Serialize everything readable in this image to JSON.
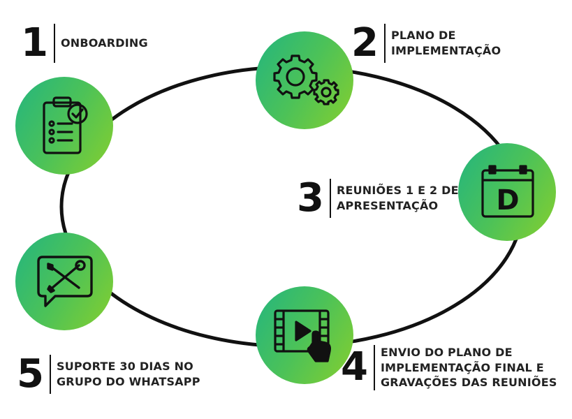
{
  "colors": {
    "gradient_start": "#23b57f",
    "gradient_end": "#86cf2e",
    "text": "#222222",
    "ring": "#111111"
  },
  "steps": [
    {
      "number": "1",
      "lines": [
        "ONBOARDING"
      ],
      "icon": "clipboard-checklist-icon"
    },
    {
      "number": "2",
      "lines": [
        "PLANO DE",
        "IMPLEMENTAÇÃO"
      ],
      "icon": "gears-icon"
    },
    {
      "number": "3",
      "lines": [
        "REUNIÕES 1 E 2 DE",
        "APRESENTAÇÃO"
      ],
      "icon": "calendar-d-icon"
    },
    {
      "number": "4",
      "lines": [
        "ENVIO DO PLANO DE",
        "IMPLEMENTAÇÃO FINAL E",
        "GRAVAÇÕES DAS REUNIÕES"
      ],
      "icon": "video-play-icon"
    },
    {
      "number": "5",
      "lines": [
        "SUPORTE 30 DIAS NO",
        "GRUPO DO WHATSAPP"
      ],
      "icon": "support-tools-chat-icon"
    }
  ]
}
